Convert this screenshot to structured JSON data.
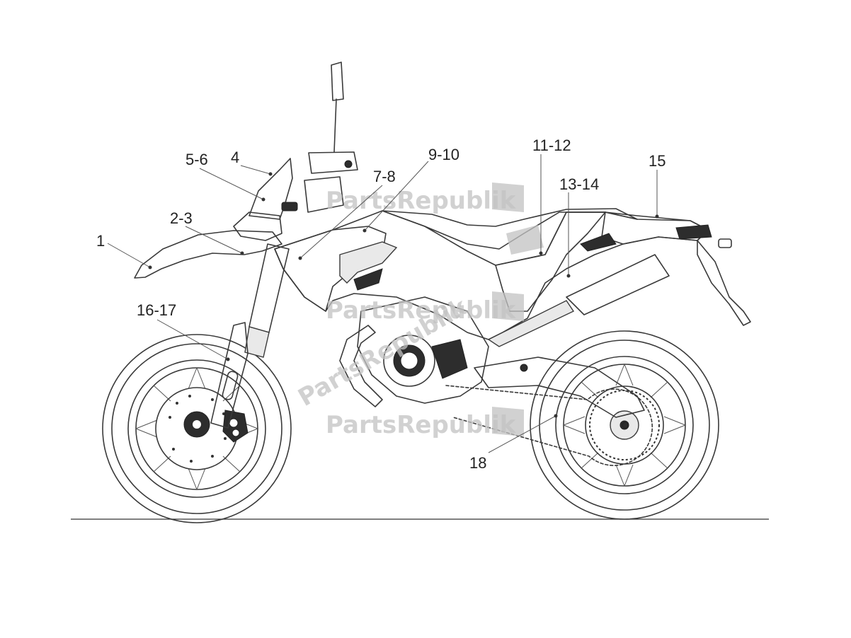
{
  "callouts": [
    {
      "id": "c1",
      "label": "1"
    },
    {
      "id": "c2",
      "label": "2-3"
    },
    {
      "id": "c3",
      "label": "4"
    },
    {
      "id": "c4",
      "label": "5-6"
    },
    {
      "id": "c5",
      "label": "7-8"
    },
    {
      "id": "c6",
      "label": "9-10"
    },
    {
      "id": "c7",
      "label": "11-12"
    },
    {
      "id": "c8",
      "label": "13-14"
    },
    {
      "id": "c9",
      "label": "15"
    },
    {
      "id": "c10",
      "label": "16-17"
    },
    {
      "id": "c11",
      "label": "18"
    }
  ],
  "watermark": {
    "text": "PartsRepublik",
    "icon": "gear-flag-icon",
    "color": "#c2c2c2"
  },
  "colors": {
    "line": "#3a3a3a",
    "label": "#222222",
    "background": "#ffffff"
  }
}
